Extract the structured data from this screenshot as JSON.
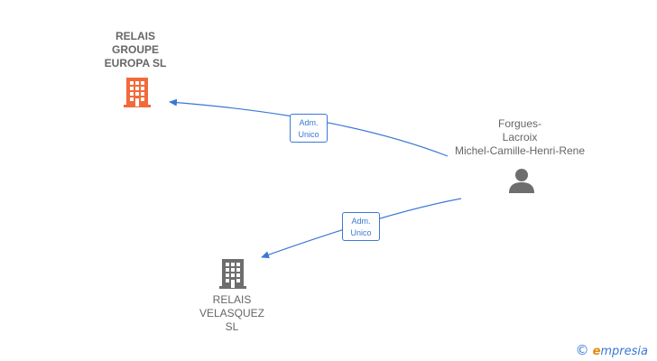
{
  "nodes": {
    "relais_groupe": {
      "lines": [
        "RELAIS",
        "GROUPE",
        "EUROPA  SL"
      ],
      "color": "#f26a3b",
      "icon": "building-icon"
    },
    "relais_velasquez": {
      "lines": [
        "RELAIS",
        "VELASQUEZ",
        "SL"
      ],
      "color": "#6e6e6e",
      "icon": "building-icon"
    },
    "person": {
      "lines": [
        "Forgues-",
        "Lacroix",
        "Michel-Camille-Henri-Rene"
      ],
      "color": "#6e6e6e",
      "icon": "person-icon"
    }
  },
  "edges": [
    {
      "from": "person",
      "to": "relais_groupe",
      "label_lines": [
        "Adm.",
        "Unico"
      ]
    },
    {
      "from": "person",
      "to": "relais_velasquez",
      "label_lines": [
        "Adm.",
        "Unico"
      ]
    }
  ],
  "brand": {
    "symbol": "©",
    "first": "e",
    "rest": "mpresia"
  },
  "colors": {
    "edge": "#3a78d4",
    "text": "#666666"
  }
}
